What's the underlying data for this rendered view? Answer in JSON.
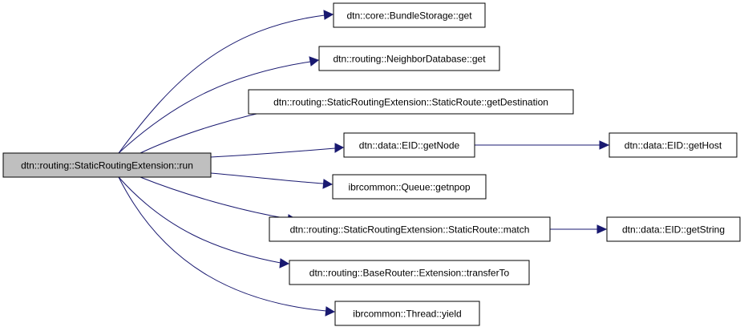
{
  "graph": {
    "colors": {
      "edge": "#191970",
      "node_border": "#000000",
      "node_fill": "#ffffff",
      "root_fill": "#bfbfbf",
      "background": "#ffffff"
    },
    "nodes": {
      "run": "dtn::routing::StaticRoutingExtension::run",
      "bundle_storage_get": "dtn::core::BundleStorage::get",
      "neighbor_db_get": "dtn::routing::NeighborDatabase::get",
      "static_route_get_destination": "dtn::routing::StaticRoutingExtension::StaticRoute::getDestination",
      "eid_get_node": "dtn::data::EID::getNode",
      "eid_get_host": "dtn::data::EID::getHost",
      "queue_getnpop": "ibrcommon::Queue::getnpop",
      "static_route_match": "dtn::routing::StaticRoutingExtension::StaticRoute::match",
      "eid_get_string": "dtn::data::EID::getString",
      "extension_transfer_to": "dtn::routing::BaseRouter::Extension::transferTo",
      "thread_yield": "ibrcommon::Thread::yield"
    }
  }
}
